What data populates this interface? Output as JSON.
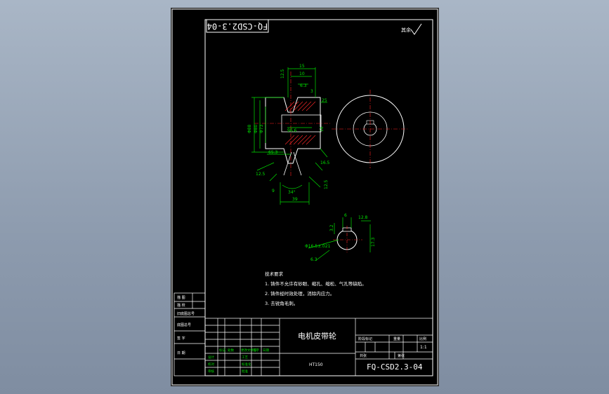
{
  "title_stamp": "FQ-CSD2.3-04",
  "roughness_label": "其余",
  "dims": {
    "d15": "15",
    "d10": "10",
    "d125_top": "12.5",
    "d63": "6.3",
    "d3": "3",
    "d25": "25",
    "d96_6": "96.6",
    "d65_3": "65.3",
    "d16": "16",
    "d16_5": "16.5",
    "d125_left": "12.5",
    "d9": "9",
    "d34deg": "34°",
    "d12_5_right": "12.5",
    "d39": "39",
    "d6": "6",
    "d12_8": "12.8",
    "d3_2": "3.2",
    "d17_3": "17.3",
    "d16_tol": "Φ16.5±.021",
    "d6_3b": "6.3",
    "left_vert_1": "Φ88",
    "left_vert_2": "Φ80",
    "left_vert_3": "Φ73"
  },
  "tech_req": {
    "heading": "技术要求",
    "items": [
      "1. 铸件不允许有砂眼、缩孔、缩松、气孔等缺陷。",
      "2. 铸件经时效处理，消除内应力。",
      "3. 去锐角毛刺。"
    ]
  },
  "side_table": {
    "rows": [
      "描 图",
      "描 校",
      "旧底图总号"
    ],
    "row2": [
      "底图总号"
    ],
    "row3": [
      "签 字"
    ],
    "row4": [
      "日 期"
    ]
  },
  "title_block": {
    "part_name": "电机皮带轮",
    "material": "HT150",
    "drawing_no": "FQ-CSD2.3-04",
    "scale": "1:1",
    "headers_right": [
      "阶段标记",
      "重量",
      "比例"
    ],
    "sheet_labels": [
      "共张",
      "第张"
    ],
    "bottom_labels": [
      "标记",
      "处数",
      "更改文件号",
      "签字",
      "日期"
    ],
    "design_labels": [
      "设计",
      "校对",
      "审核",
      "工艺",
      "标准化",
      "批准"
    ]
  },
  "colors": {
    "white": "#ffffff",
    "green": "#00e000",
    "cyan": "#00ffff",
    "red": "#ff2020",
    "hatch": "#ff2a2a"
  }
}
